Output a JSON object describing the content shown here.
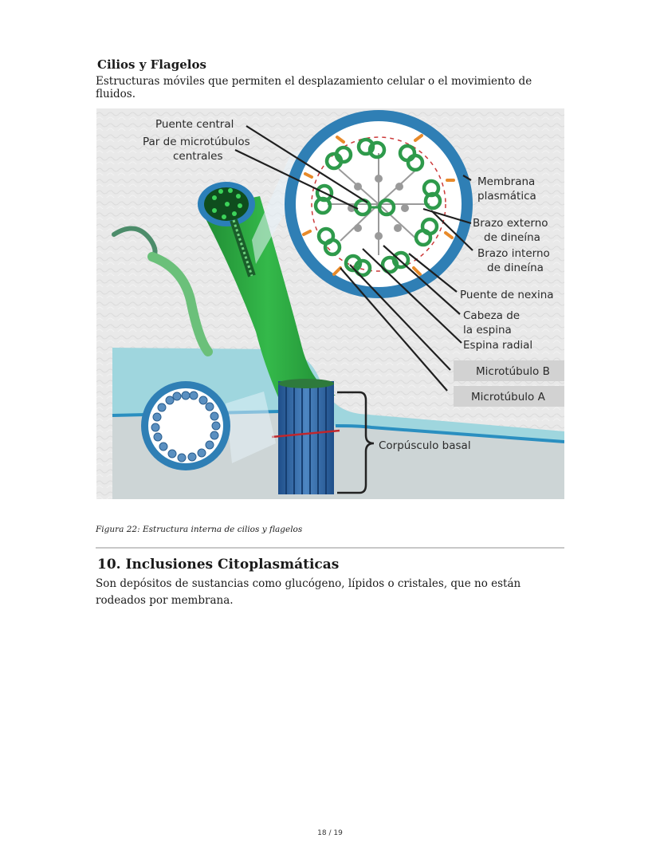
{
  "section": {
    "heading": "Cilios y Flagelos",
    "description": "Estructuras móviles que permiten el desplazamiento celular o el movimiento de fluidos."
  },
  "figure": {
    "labels": {
      "puente_central": "Puente central",
      "par_line1": "Par de microtúbulos",
      "par_line2": "centrales",
      "membrana_line1": "Membrana",
      "membrana_line2": "plasmática",
      "brazo_ext_line1": "Brazo externo",
      "brazo_ext_line2": "de dineína",
      "brazo_int_line1": "Brazo interno",
      "brazo_int_line2": "de dineína",
      "puente_nexina": "Puente de nexina",
      "cabeza_line1": "Cabeza de",
      "cabeza_line2": "la espina",
      "espina_radial": "Espina radial",
      "microtubulo_b": "Microtúbulo B",
      "microtubulo_a": "Microtúbulo A",
      "corpusculo_basal": "Corpúsculo basal"
    },
    "caption": "Figura 22: Estructura interna de cilios y flagelos"
  },
  "inclusiones": {
    "heading": "10. Inclusiones Citoplasmáticas",
    "text": "Son depósitos de sustancias como glucógeno, lípidos o cristales, que no están rodeados por membrana."
  },
  "page": {
    "number": "18 / 19"
  },
  "colors": {
    "ring_blue": "#2f7fb5",
    "cilium_green": "#2aa53d",
    "membrane_cyan": "#a8dde3",
    "basal_blue": "#3a6ea5",
    "doublet_green": "#2e9a4b"
  }
}
